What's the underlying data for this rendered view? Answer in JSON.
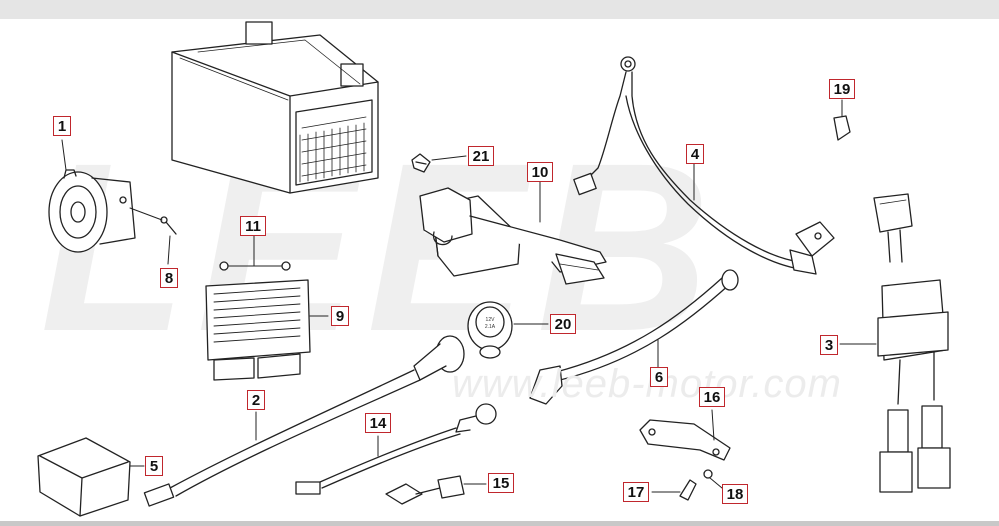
{
  "watermark": {
    "logo_text": "LEEB",
    "url": "www.leeb-motor.com"
  },
  "parts": [
    {
      "number": "1",
      "name": "horn"
    },
    {
      "number": "2",
      "name": "wiring-harness"
    },
    {
      "number": "3",
      "name": "relay-harness"
    },
    {
      "number": "4",
      "name": "battery-cable"
    },
    {
      "number": "5",
      "name": "foam-pad"
    },
    {
      "number": "6",
      "name": "ground-cable"
    },
    {
      "number": "8",
      "name": "bolt"
    },
    {
      "number": "9",
      "name": "regulator-rectifier"
    },
    {
      "number": "10",
      "name": "starter-relay"
    },
    {
      "number": "11",
      "name": "screw"
    },
    {
      "number": "14",
      "name": "sub-harness"
    },
    {
      "number": "15",
      "name": "connector"
    },
    {
      "number": "16",
      "name": "bracket"
    },
    {
      "number": "17",
      "name": "bolt-small"
    },
    {
      "number": "18",
      "name": "nut"
    },
    {
      "number": "19",
      "name": "fuse"
    },
    {
      "number": "20",
      "name": "usb-socket"
    },
    {
      "number": "21",
      "name": "clip"
    }
  ],
  "usb_socket_text": "12V\n2.1A",
  "colors": {
    "callout_border": "#c0272d",
    "line_art": "#222222",
    "watermark": "#ececec"
  }
}
